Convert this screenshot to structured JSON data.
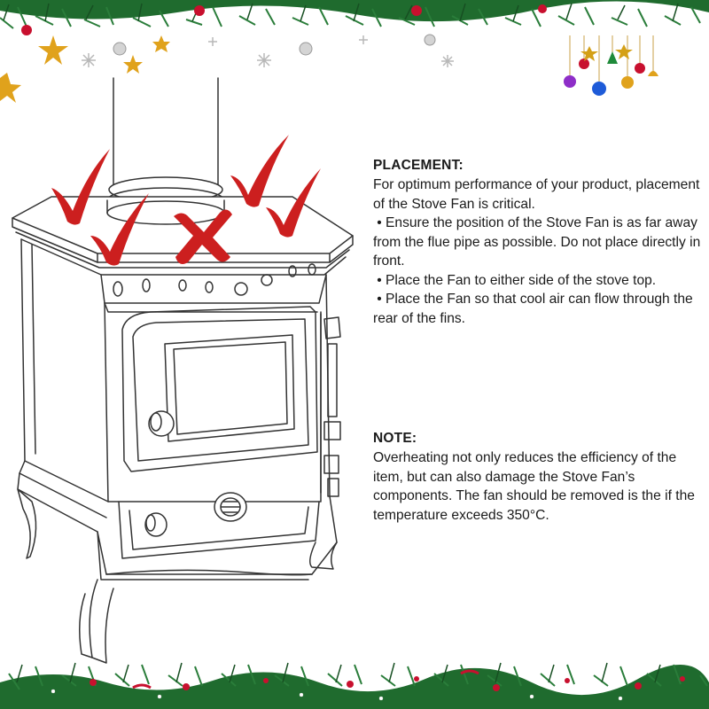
{
  "placement": {
    "heading": "PLACEMENT:",
    "intro": "For optimum performance of your product, placement of the Stove Fan is critical.",
    "bullets": [
      "Ensure the position of the Stove Fan is as far away from the flue pipe as possible. Do not place directly in front.",
      "Place the Fan to either side of the stove top.",
      "Place the Fan so that cool air can flow through the rear of the fins."
    ]
  },
  "note": {
    "heading": "NOTE:",
    "body": "Overheating not only reduces the efficiency of the item, but can also damage the Stove Fan’s components. The fan should be removed is the if the temperature exceeds 350°C."
  },
  "icons": {
    "correct": "check-mark-icon",
    "wrong": "cross-mark-icon",
    "decoration": "christmas-garland"
  },
  "colors": {
    "mark": "#cc1f1f",
    "garland": "#1f6b2e",
    "ornament_red": "#c8102e",
    "ornament_gold": "#e0a21c",
    "text": "#1a1a1a"
  }
}
